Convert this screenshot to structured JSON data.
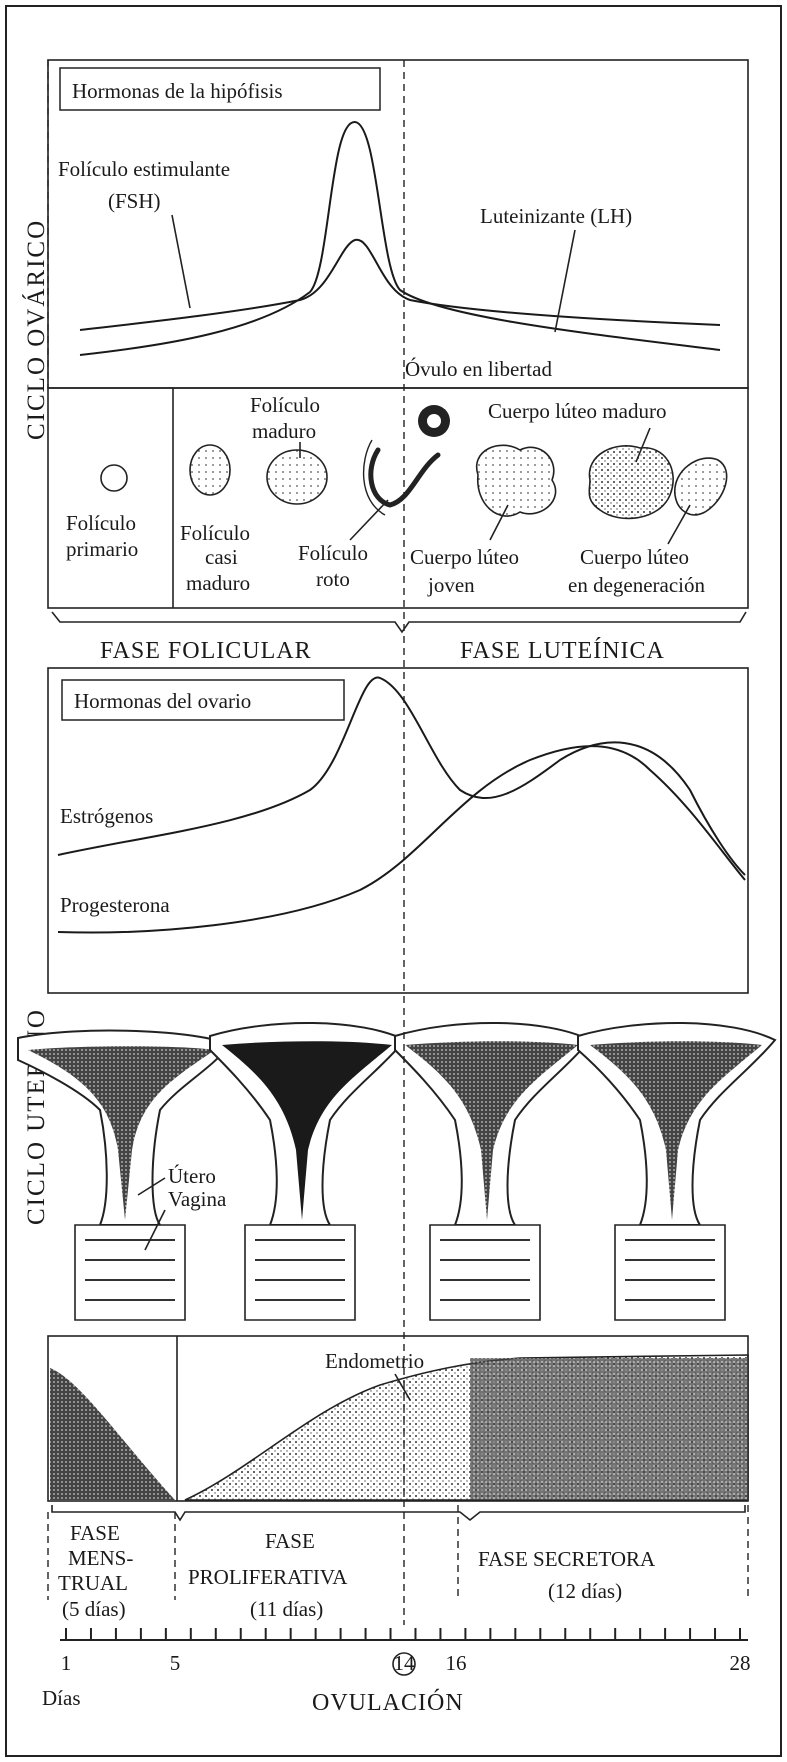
{
  "ovarian": {
    "side_label": "CICLO OVÁRICO",
    "pituitary_box": "Hormonas de la hipófisis",
    "fsh_label_1": "Folículo estimulante",
    "fsh_label_2": "(FSH)",
    "lh_label": "Luteinizante (LH)",
    "ovum_label": "Óvulo en libertad",
    "follicles": {
      "primary_1": "Folículo",
      "primary_2": "primario",
      "almost_1": "Folículo",
      "almost_2": "casi",
      "almost_3": "maduro",
      "mature_1": "Folículo",
      "mature_2": "maduro",
      "ruptured_1": "Folículo",
      "ruptured_2": "roto",
      "young_1": "Cuerpo lúteo",
      "young_2": "joven",
      "mature_cl": "Cuerpo lúteo maduro",
      "degen_1": "Cuerpo lúteo",
      "degen_2": "en degeneración"
    },
    "phase_follicular": "FASE FOLICULAR",
    "phase_luteal": "FASE LUTEÍNICA",
    "ovary_box": "Hormonas del ovario",
    "estrogen_label": "Estrógenos",
    "progesterone_label": "Progesterona"
  },
  "uterine": {
    "side_label": "CICLO UTERINO",
    "utero_label": "Útero",
    "vagina_label": "Vagina",
    "endometrium_label": "Endometrio",
    "phases": {
      "menstrual_1": "FASE",
      "menstrual_2": "MENS-",
      "menstrual_3": "TRUAL",
      "menstrual_4": "(5 días)",
      "prolif_1": "FASE",
      "prolif_2": "PROLIFERATIVA",
      "prolif_3": "(11 días)",
      "secret_1": "FASE SECRETORA",
      "secret_2": "(12 días)"
    }
  },
  "axis": {
    "tick_1": "1",
    "tick_5": "5",
    "tick_14": "14",
    "tick_16": "16",
    "tick_28": "28",
    "days_label": "Días",
    "ovulation_label": "OVULACIÓN"
  }
}
